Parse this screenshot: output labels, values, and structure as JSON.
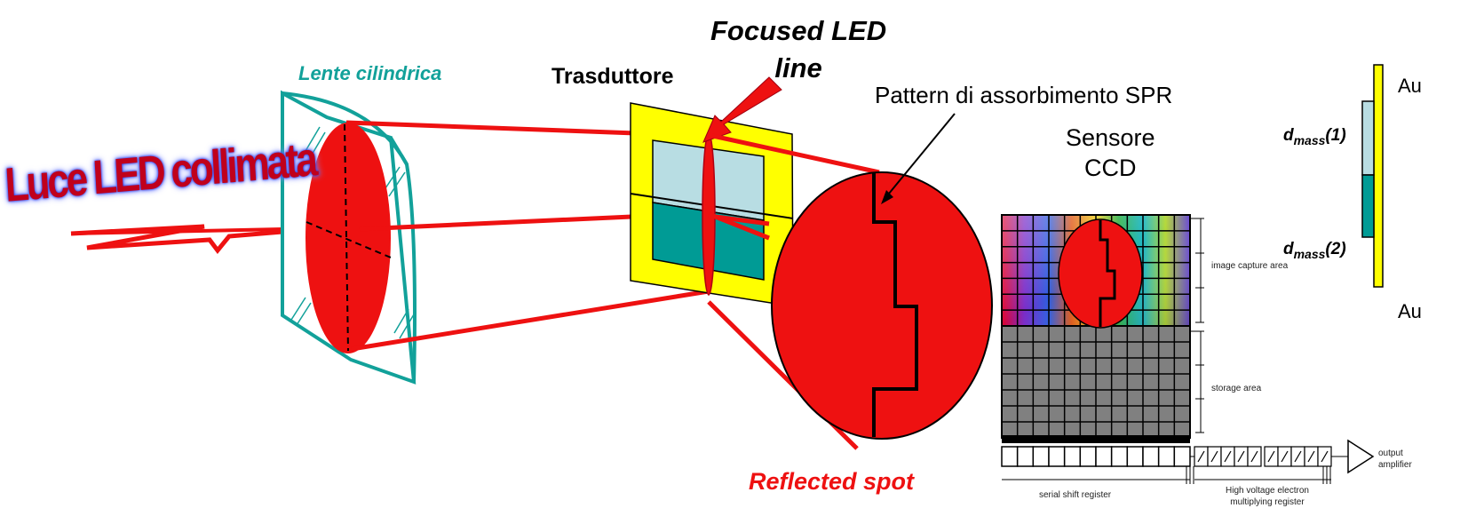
{
  "labels": {
    "luce_led": "Luce LED collimata",
    "lente": "Lente cilindrica",
    "trasduttore": "Trasduttore",
    "focused_line1": "Focused LED",
    "focused_line2": "line",
    "pattern": "Pattern di assorbimento SPR",
    "sensore_line1": "Sensore",
    "sensore_line2": "CCD",
    "reflected": "Reflected spot",
    "au_top": "Au",
    "au_bottom": "Au",
    "dmass_1_main": "d",
    "dmass_1_sub": "mass",
    "dmass_1_idx": "(1)",
    "dmass_2_main": "d",
    "dmass_2_sub": "mass",
    "dmass_2_idx": "(2)"
  },
  "ccd": {
    "image_capture_area": "image capture area",
    "storage_area": "storage area",
    "serial_shift_register": "serial shift register",
    "hv_line1": "High voltage electron",
    "hv_line2": "multiplying register",
    "output_line1": "output",
    "output_line2": "amplifier",
    "columns": 12,
    "capture_rows": 7,
    "storage_rows": 7
  },
  "colors": {
    "beam": "#ee1111",
    "lens_frame": "#12a19a",
    "transducer_frame": "#ffff00",
    "film_light": "#b8dde3",
    "film_dark": "#009b95",
    "ccd_storage": "#808080"
  }
}
